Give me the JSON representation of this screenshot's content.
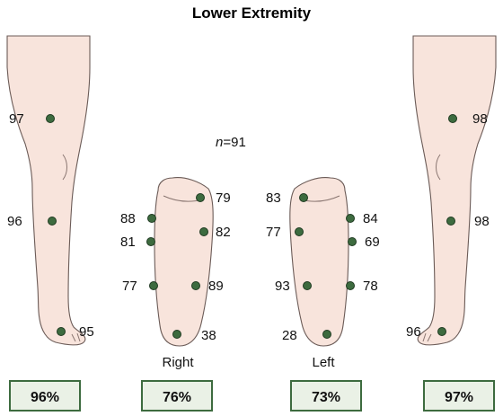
{
  "title": "Lower Extremity",
  "n_label": {
    "italic": "n",
    "rest": "=91"
  },
  "foot_labels": {
    "right": "Right",
    "left": "Left"
  },
  "regions": [
    {
      "id": "right-leg",
      "summary": "96%",
      "values": [
        "97",
        "96",
        "95"
      ]
    },
    {
      "id": "right-foot",
      "summary": "76%",
      "values": [
        "79",
        "88",
        "82",
        "81",
        "77",
        "89",
        "38"
      ]
    },
    {
      "id": "left-foot",
      "summary": "73%",
      "values": [
        "83",
        "84",
        "77",
        "69",
        "93",
        "78",
        "28"
      ]
    },
    {
      "id": "left-leg",
      "summary": "97%",
      "values": [
        "98",
        "98",
        "96"
      ]
    }
  ],
  "colors": {
    "skin": "#f8e4dc",
    "dot": "#3d6b3f",
    "box_border": "#3d6b3f"
  }
}
